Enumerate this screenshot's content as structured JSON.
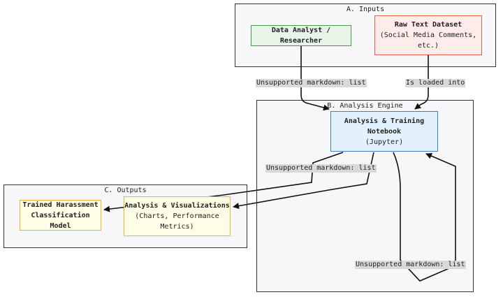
{
  "clusters": {
    "inputs": {
      "title": "A. Inputs"
    },
    "engine": {
      "title": "B. Analysis Engine"
    },
    "outputs": {
      "title": "C. Outputs"
    }
  },
  "nodes": {
    "analyst": {
      "title": "Data Analyst / Researcher",
      "fill": "#e8f4e8",
      "stroke": "#4a9a4a"
    },
    "dataset": {
      "title": "Raw Text Dataset",
      "lines": [
        "(Social Media Comments,",
        "etc.)"
      ],
      "fill": "#fdecea",
      "stroke": "#d9634e"
    },
    "notebook": {
      "title_lines": [
        "Analysis & Training",
        "Notebook"
      ],
      "sub": "(Jupyter)",
      "fill": "#e3f1fc",
      "stroke": "#3a82c4"
    },
    "visualizations": {
      "title": "Analysis & Visualizations",
      "lines": [
        "(Charts, Performance",
        "Metrics)"
      ],
      "fill": "#fffde6",
      "stroke": "#e8b630"
    },
    "model": {
      "title_lines": [
        "Trained Harassment",
        "Classification Model"
      ],
      "fill": "#fffde6",
      "stroke": "#e8b630"
    }
  },
  "edges": {
    "analyst_to_notebook": "Unsupported markdown: list",
    "dataset_to_notebook": "Is loaded into",
    "notebook_to_viz": "Unsupported markdown: list",
    "notebook_self": "Unsupported markdown: list"
  }
}
